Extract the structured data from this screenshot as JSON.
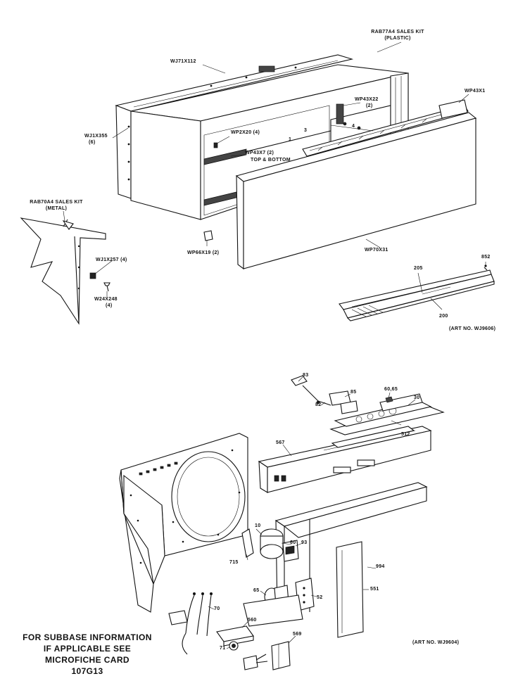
{
  "diagram": {
    "upper": {
      "labels": [
        "WJ71X112",
        "RAB77A4 SALES KIT",
        "(PLASTIC)",
        "WP43X1",
        "WP43X22",
        "(2)",
        "WJ1X355",
        "(6)",
        "WP2X20 (4)",
        "WP43X7 (2)",
        "TOP & BOTTOM",
        "RAB70A4 SALES KIT",
        "(METAL)",
        "WJ1X257 (4)",
        "W24X248",
        "(4)",
        "WP66X19 (2)",
        "WP70X31",
        "852",
        "205",
        "200",
        "(ART NO. WJ9606)",
        "1",
        "3",
        "4"
      ]
    },
    "lower": {
      "labels": [
        "83",
        "85",
        "82",
        "60,65",
        "30",
        "512",
        "567",
        "10",
        "60",
        "93",
        "715",
        "65",
        "52",
        "994",
        "551",
        "70",
        "560",
        "71",
        "569",
        "(ART NO. WJ9604)"
      ]
    }
  },
  "footer": {
    "line1": "FOR SUBBASE INFORMATION",
    "line2": "IF APPLICABLE SEE",
    "line3": "MICROFICHE CARD",
    "line4": "107G13"
  }
}
